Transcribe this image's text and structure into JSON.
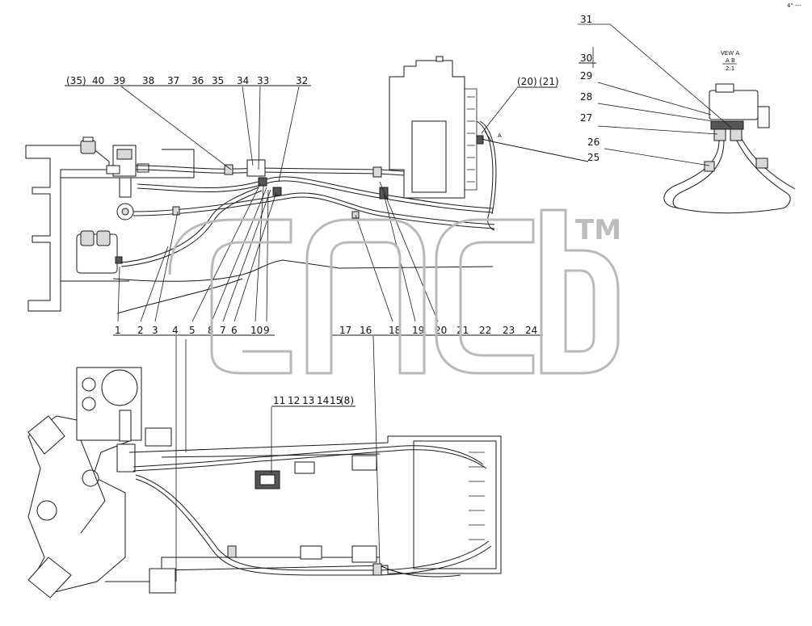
{
  "corner_mark": "4\" ---",
  "view": {
    "title": "VEW A",
    "scale_top": "A B",
    "scale_bottom": "2:1",
    "arrow_label": "A"
  },
  "watermark": {
    "tm": "TM"
  },
  "upper_labels": {
    "p35": "(35)",
    "p40": "40",
    "p39": "39",
    "p38": "38",
    "p37": "37",
    "p36": "36",
    "p35b": "35",
    "p34": "34",
    "p33": "33",
    "p32": "32",
    "p20p": "(20)",
    "p21p": "(21)"
  },
  "lower_row_labels": {
    "p1": "1",
    "p2": "2",
    "p3": "3",
    "p4": "4",
    "p5": "5",
    "p8": "8",
    "p7": "7",
    "p6": "6",
    "p10": "10",
    "p9": "9",
    "p17": "17",
    "p16": "16",
    "p18": "18",
    "p19": "19",
    "p20": "20",
    "p21": "21",
    "p22": "22",
    "p23": "23",
    "p24": "24"
  },
  "right_labels": {
    "p31": "31",
    "p30": "30",
    "p29": "29",
    "p28": "28",
    "p27": "27",
    "p26": "26",
    "p25": "25"
  },
  "bottom_labels": {
    "p11": "11",
    "p12": "12",
    "p13": "13",
    "p14": "14",
    "p15": "15",
    "p8p": "(8)"
  }
}
